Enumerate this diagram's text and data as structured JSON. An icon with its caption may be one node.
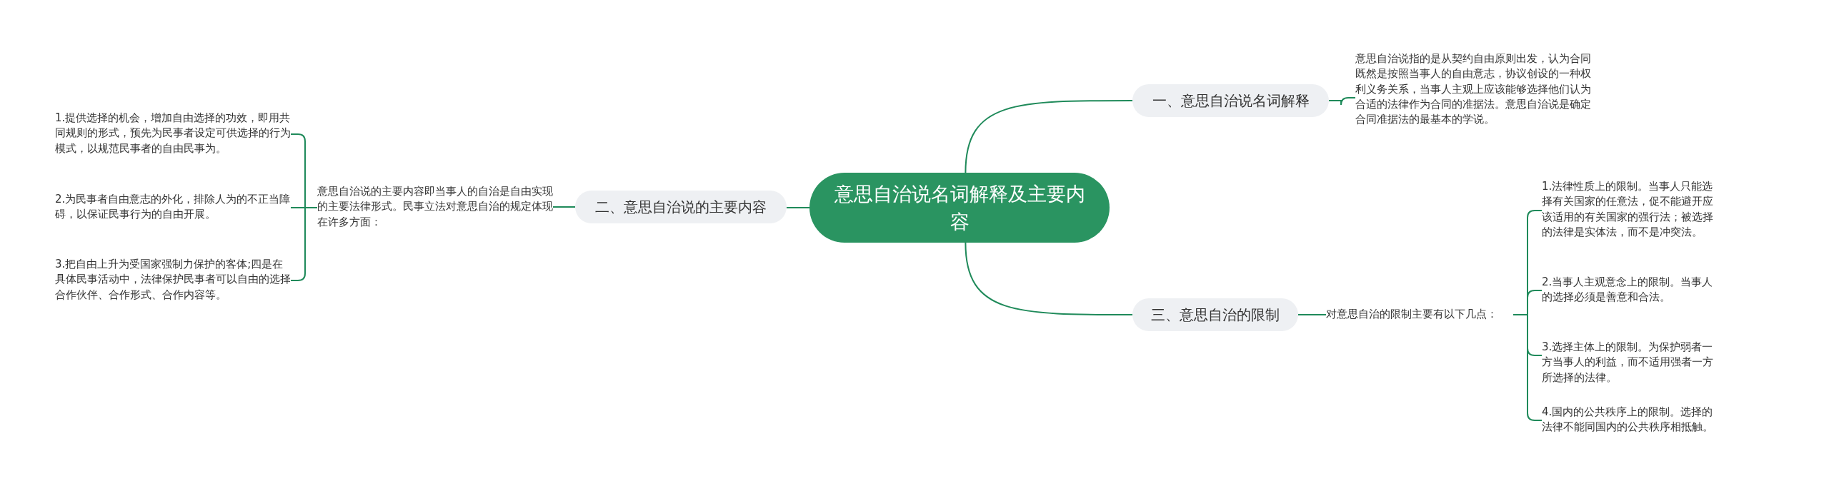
{
  "diagram": {
    "nodes": [
      {
        "text": [
          "意思自治说名词解释及主要内容"
        ]
      },
      {
        "text": [
          "一、意思自治说名词解释"
        ]
      },
      {
        "text": [
          "意思自治说指的是从契约自由原则出发，认为合同既然是按照当事人的自由意志，协议创设的一种权利义务关系，当事人主观上应该能够选择他们认为合适的法律作为合同的准据法。意思自治说是确定合同准据法的最基本的学说。"
        ]
      },
      {
        "text": [
          "二、意思自治说的主要内容"
        ]
      },
      {
        "text": [
          "意思自治说的主要内容即当事人的自治是自由实现的主要法律形式。民事立法对意思自治的规定体现在许多方面："
        ]
      },
      {
        "text": [
          "1.提供选择的机会，增加自由选择的功效，即用共同规则的形式，预先为民事者设定可供选择的行为模式，以规范民事者的自由民事为。"
        ]
      },
      {
        "text": [
          "2.为民事者自由意志的外化，排除人为的不正当障碍，以保证民事行为的自由开展。"
        ]
      },
      {
        "text": [
          "3.把自由上升为受国家强制力保护的客体;四是在具体民事活动中，法律保护民事者可以自由的选择合作伙伴、合作形式、合作内容等。"
        ]
      },
      {
        "text": [
          "三、意思自治的限制"
        ]
      },
      {
        "text": [
          "对意思自治的限制主要有以下几点："
        ]
      },
      {
        "text": [
          "1.法律性质上的限制。当事人只能选择有关国家的任意法，促不能避开应该适用的有关国家的强行法；被选择的法律是实体法，而不是冲突法。"
        ]
      },
      {
        "text": [
          "2.当事人主观意念上的限制。当事人的选择必须是善意和合法。"
        ]
      },
      {
        "text": [
          "3.选择主体上的限制。为保护弱者一方当事人的利益，而不适用强者一方所选择的法律。"
        ]
      },
      {
        "text": [
          "4.国内的公共秩序上的限制。选择的法律不能同国内的公共秩序相抵触。"
        ]
      }
    ],
    "edges": [
      {
        "from": 0,
        "to": 1,
        "arrow": "none"
      },
      {
        "from": 1,
        "to": 2,
        "arrow": "none"
      },
      {
        "from": 0,
        "to": 3,
        "arrow": "none"
      },
      {
        "from": 3,
        "to": 4,
        "arrow": "none"
      },
      {
        "from": 4,
        "to": 5,
        "arrow": "none"
      },
      {
        "from": 4,
        "to": 6,
        "arrow": "none"
      },
      {
        "from": 4,
        "to": 7,
        "arrow": "none"
      },
      {
        "from": 0,
        "to": 8,
        "arrow": "none"
      },
      {
        "from": 8,
        "to": 9,
        "arrow": "none"
      },
      {
        "from": 9,
        "to": 10,
        "arrow": "none"
      },
      {
        "from": 9,
        "to": 11,
        "arrow": "none"
      },
      {
        "from": 9,
        "to": 12,
        "arrow": "none"
      },
      {
        "from": 9,
        "to": 13,
        "arrow": "none"
      }
    ]
  }
}
